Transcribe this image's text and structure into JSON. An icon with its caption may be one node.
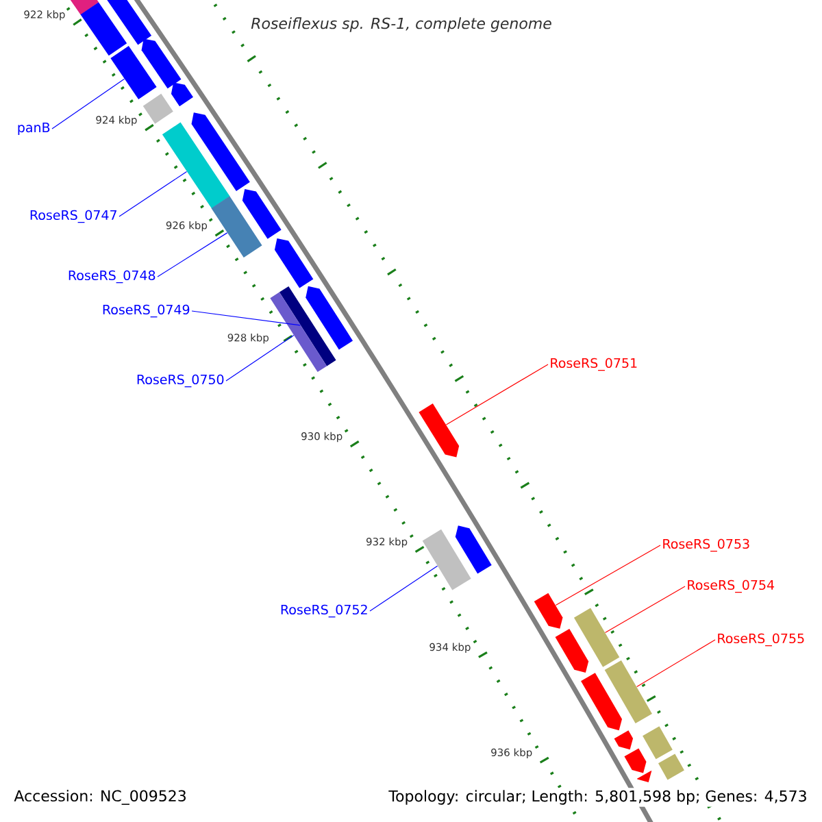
{
  "diagram": {
    "title": "Roseiflexus sp. RS-1, complete genome",
    "nodes": [
      {
        "text": [
          "panB"
        ]
      },
      {
        "text": [
          "RoseRS_0747"
        ]
      },
      {
        "text": [
          "RoseRS_0748"
        ]
      },
      {
        "text": [
          "RoseRS_0749"
        ]
      },
      {
        "text": [
          "RoseRS_0750"
        ]
      },
      {
        "text": [
          "RoseRS_0751"
        ]
      },
      {
        "text": [
          "RoseRS_0752"
        ]
      },
      {
        "text": [
          "RoseRS_0753"
        ]
      },
      {
        "text": [
          "RoseRS_0754"
        ]
      },
      {
        "text": [
          "RoseRS_0755"
        ]
      },
      {
        "text": [],
        "shape": "bar"
      },
      {
        "text": [],
        "shape": "bar"
      },
      {
        "text": [],
        "shape": "pentagon"
      },
      {
        "text": [],
        "shape": "bar"
      },
      {
        "text": [],
        "shape": "pentagon"
      },
      {
        "text": [],
        "shape": "bar"
      },
      {
        "text": [],
        "shape": "pentagon"
      },
      {
        "text": [],
        "shape": "bar"
      },
      {
        "text": [],
        "shape": "pentagon"
      },
      {
        "text": [],
        "shape": "bar"
      },
      {
        "text": [],
        "shape": "pentagon"
      },
      {
        "text": [],
        "shape": "pentagon"
      },
      {
        "text": [],
        "shape": "bar"
      },
      {
        "text": [],
        "shape": "bar"
      },
      {
        "text": [],
        "shape": "pentagon"
      },
      {
        "text": [],
        "shape": "pentagon"
      },
      {
        "text": [],
        "shape": "bar"
      },
      {
        "text": [],
        "shape": "pentagon"
      },
      {
        "text": [],
        "shape": "pentagon"
      },
      {
        "text": [],
        "shape": "bar"
      },
      {
        "text": [],
        "shape": "pentagon"
      },
      {
        "text": [],
        "shape": "pentagon"
      },
      {
        "text": [],
        "shape": "bar"
      },
      {
        "text": [],
        "shape": "pentagon"
      },
      {
        "text": [],
        "shape": "bar"
      },
      {
        "text": [],
        "shape": "pentagon"
      },
      {
        "text": [],
        "shape": "pentagon"
      },
      {
        "text": [],
        "shape": "bar"
      }
    ],
    "edges": [
      {
        "from": 0,
        "to": 13,
        "arrow": "none"
      },
      {
        "from": 1,
        "to": 17,
        "arrow": "none"
      },
      {
        "from": 2,
        "to": 19,
        "arrow": "none"
      },
      {
        "from": 3,
        "to": 22,
        "arrow": "none"
      },
      {
        "from": 4,
        "to": 23,
        "arrow": "none"
      },
      {
        "from": 5,
        "to": 25,
        "arrow": "none",
        "color": "#ff0000"
      },
      {
        "from": 6,
        "to": 26,
        "arrow": "none"
      },
      {
        "from": 7,
        "to": 28,
        "arrow": "none",
        "color": "#ff0000"
      },
      {
        "from": 8,
        "to": 29,
        "arrow": "none",
        "color": "#ff0000"
      },
      {
        "from": 9,
        "to": 32,
        "arrow": "none",
        "color": "#ff0000"
      }
    ],
    "labels": [
      "922 kbp",
      "924 kbp",
      "926 kbp",
      "928 kbp",
      "930 kbp",
      "932 kbp",
      "934 kbp",
      "936 kbp",
      "Accession: NC_009523",
      "Topology: circular; Length: 5,801,598 bp; Genes: 4,573"
    ]
  }
}
